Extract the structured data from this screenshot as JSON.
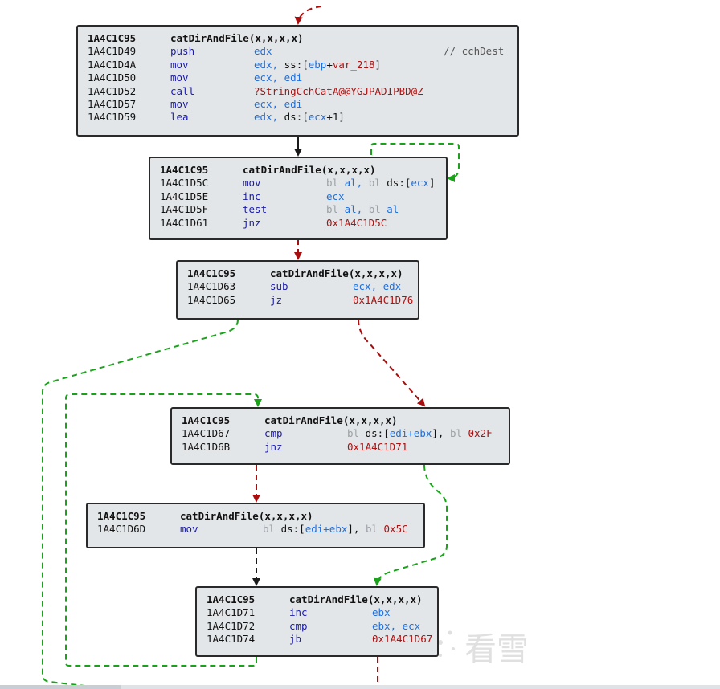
{
  "function_name": "catDirAndFile(x,x,x,x)",
  "nodes": [
    {
      "id": "n1",
      "header_addr": "1A4C1C95",
      "lines": [
        {
          "addr": "1A4C1D49",
          "mn": "push",
          "ops": [
            {
              "t": "edx",
              "c": "reg"
            }
          ],
          "comment": "// cchDest"
        },
        {
          "addr": "1A4C1D4A",
          "mn": "mov",
          "ops": [
            {
              "t": "edx, ",
              "c": "reg"
            },
            {
              "t": "ss:[",
              "c": "plain"
            },
            {
              "t": "ebp",
              "c": "reg"
            },
            {
              "t": "+",
              "c": "plain"
            },
            {
              "t": "var_218",
              "c": "imm"
            },
            {
              "t": "]",
              "c": "plain"
            }
          ]
        },
        {
          "addr": "1A4C1D50",
          "mn": "mov",
          "ops": [
            {
              "t": "ecx, edi",
              "c": "reg"
            }
          ]
        },
        {
          "addr": "1A4C1D52",
          "mn": "call",
          "ops": [
            {
              "t": "?StringCchCatA@@YGJPADIPBD@Z",
              "c": "imm"
            }
          ]
        },
        {
          "addr": "1A4C1D57",
          "mn": "mov",
          "ops": [
            {
              "t": "ecx, edi",
              "c": "reg"
            }
          ]
        },
        {
          "addr": "1A4C1D59",
          "mn": "lea",
          "ops": [
            {
              "t": "edx, ",
              "c": "reg"
            },
            {
              "t": "ds:[",
              "c": "plain"
            },
            {
              "t": "ecx",
              "c": "reg"
            },
            {
              "t": "+1]",
              "c": "plain"
            }
          ]
        }
      ]
    },
    {
      "id": "n2",
      "header_addr": "1A4C1C95",
      "lines": [
        {
          "addr": "1A4C1D5C",
          "mn": "mov",
          "ops": [
            {
              "t": "bl ",
              "c": "kw"
            },
            {
              "t": "al, ",
              "c": "reg"
            },
            {
              "t": "bl ",
              "c": "kw"
            },
            {
              "t": "ds:[",
              "c": "plain"
            },
            {
              "t": "ecx",
              "c": "reg"
            },
            {
              "t": "]",
              "c": "plain"
            }
          ]
        },
        {
          "addr": "1A4C1D5E",
          "mn": "inc",
          "ops": [
            {
              "t": "ecx",
              "c": "reg"
            }
          ]
        },
        {
          "addr": "1A4C1D5F",
          "mn": "test",
          "ops": [
            {
              "t": "bl ",
              "c": "kw"
            },
            {
              "t": "al, ",
              "c": "reg"
            },
            {
              "t": "bl ",
              "c": "kw"
            },
            {
              "t": "al",
              "c": "reg"
            }
          ]
        },
        {
          "addr": "1A4C1D61",
          "mn": "jnz",
          "ops": [
            {
              "t": "0x1A4C1D5C",
              "c": "imm"
            }
          ]
        }
      ]
    },
    {
      "id": "n3",
      "header_addr": "1A4C1C95",
      "lines": [
        {
          "addr": "1A4C1D63",
          "mn": "sub",
          "ops": [
            {
              "t": "ecx, edx",
              "c": "reg"
            }
          ]
        },
        {
          "addr": "1A4C1D65",
          "mn": "jz",
          "ops": [
            {
              "t": "0x1A4C1D76",
              "c": "imm"
            }
          ]
        }
      ]
    },
    {
      "id": "n4",
      "header_addr": "1A4C1C95",
      "lines": [
        {
          "addr": "1A4C1D67",
          "mn": "cmp",
          "ops": [
            {
              "t": "bl ",
              "c": "kw"
            },
            {
              "t": "ds:[",
              "c": "plain"
            },
            {
              "t": "edi+ebx",
              "c": "reg"
            },
            {
              "t": "], ",
              "c": "plain"
            },
            {
              "t": "bl ",
              "c": "kw"
            },
            {
              "t": "0x2F",
              "c": "imm"
            }
          ]
        },
        {
          "addr": "1A4C1D6B",
          "mn": "jnz",
          "ops": [
            {
              "t": "0x1A4C1D71",
              "c": "imm"
            }
          ]
        }
      ]
    },
    {
      "id": "n5",
      "header_addr": "1A4C1C95",
      "lines": [
        {
          "addr": "1A4C1D6D",
          "mn": "mov",
          "ops": [
            {
              "t": "bl ",
              "c": "kw"
            },
            {
              "t": "ds:[",
              "c": "plain"
            },
            {
              "t": "edi+ebx",
              "c": "reg"
            },
            {
              "t": "], ",
              "c": "plain"
            },
            {
              "t": "bl ",
              "c": "kw"
            },
            {
              "t": "0x5C",
              "c": "imm"
            }
          ]
        }
      ]
    },
    {
      "id": "n6",
      "header_addr": "1A4C1C95",
      "lines": [
        {
          "addr": "1A4C1D71",
          "mn": "inc",
          "ops": [
            {
              "t": "ebx",
              "c": "reg"
            }
          ]
        },
        {
          "addr": "1A4C1D72",
          "mn": "cmp",
          "ops": [
            {
              "t": "ebx, ecx",
              "c": "reg"
            }
          ]
        },
        {
          "addr": "1A4C1D74",
          "mn": "jb",
          "ops": [
            {
              "t": "0x1A4C1D67",
              "c": "imm"
            }
          ]
        }
      ]
    }
  ],
  "edge_colors": {
    "taken": "#1aa31a",
    "not_taken": "#a80e0e",
    "unconditional": "#1a1a1a"
  },
  "watermark": "看雪"
}
